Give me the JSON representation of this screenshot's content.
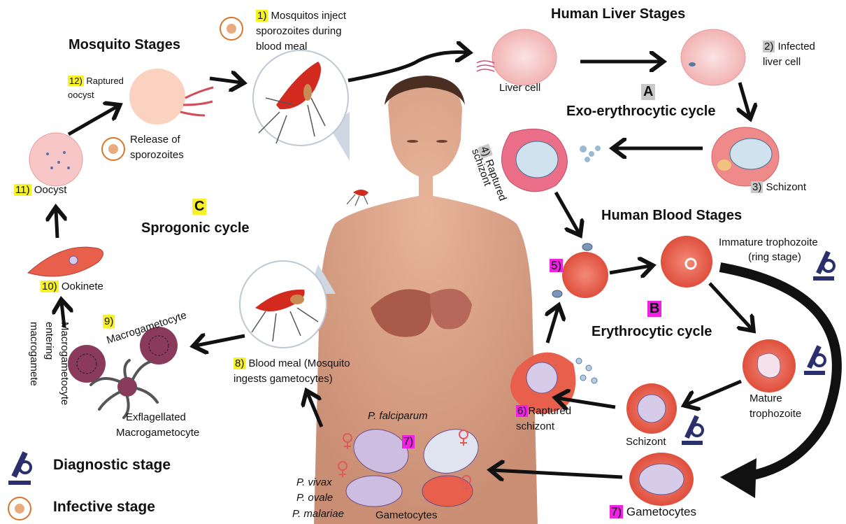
{
  "headings": {
    "mosquito": "Mosquito Stages",
    "liver": "Human Liver Stages",
    "exo": "Exo-erythrocytic cycle",
    "blood": "Human Blood Stages",
    "ery": "Erythrocytic cycle",
    "sporo": "Sprogonic cycle"
  },
  "letters": {
    "a": "A",
    "b": "B",
    "c": "C"
  },
  "steps": {
    "s1_num": "1)",
    "s1_text_line1": "Mosquitos inject",
    "s1_text_line2": "sporozoites during",
    "s1_text_line3": "blood meal",
    "liver_cell": "Liver cell",
    "s2_num": "2)",
    "s2_line1": "Infected",
    "s2_line2": "liver cell",
    "s3_num": "3)",
    "s3_text": "Schizont",
    "s4_num": "4)",
    "s4_line1": "Raptured",
    "s4_line2": "schizont",
    "s5_num": "5)",
    "immature_line1": "Immature trophozoite",
    "immature_line2": "(ring stage)",
    "mature_line1": "Mature",
    "mature_line2": "trophozoite",
    "schizont_blood": "Schizont",
    "s6_num": "6)",
    "s6_line1": "Raptured",
    "s6_line2": "schizont",
    "s7_num": "7)",
    "s7_text": "Gametocytes",
    "s7b_num": "7)",
    "p_falciparum": "P. falciparum",
    "p_vivax": "P. vivax",
    "p_ovale": "P. ovale",
    "p_malariae": "P. malariae",
    "gametocytes_small": "Gametocytes",
    "s8_num": "8)",
    "s8_line1": "Blood meal (Mosquito",
    "s8_line2": "ingests gametocytes)",
    "s9_num": "9)",
    "macrogametocyte": "Macrogametocyte",
    "entering_line1": "Macrogametocyte",
    "entering_line2": "entering",
    "entering_line3": "macrogamete",
    "exflag_line1": "Exflagellated",
    "exflag_line2": "Macrogametocyte",
    "s10_num": "10)",
    "s10_text": "Ookinete",
    "s11_num": "11)",
    "s11_text": "Oocyst",
    "s12_num": "12)",
    "s12_line1": "Raptured",
    "s12_line2": "oocyst",
    "release_line1": "Release of",
    "release_line2": "sporozoites"
  },
  "legend": {
    "diagnostic": "Diagnostic stage",
    "infective": "Infective stage"
  },
  "colors": {
    "highlight_yellow": "#f7f127",
    "highlight_magenta": "#ee22e0",
    "highlight_gray": "#c8c8c8",
    "rbc_red": "#e8604c",
    "liver_pink": "#f7c6c6",
    "biohazard_orange": "#d9742a",
    "microscope_navy": "#2b2f6b"
  },
  "icons": [
    "biohazard-icon",
    "microscope-icon",
    "mosquito-icon",
    "female-symbol-icon"
  ]
}
